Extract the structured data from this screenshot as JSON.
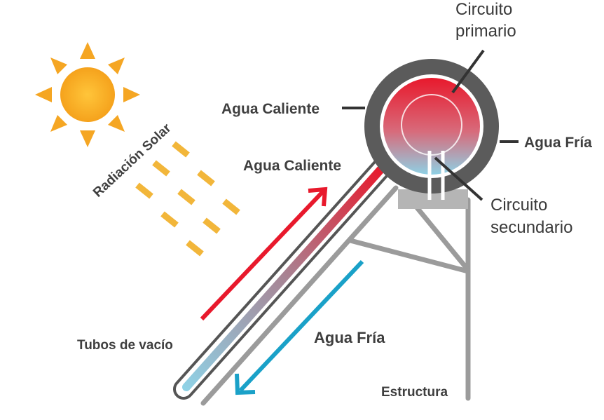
{
  "labels": {
    "primary_circuit_line1": "Circuito",
    "primary_circuit_line2": "primario",
    "hot_water_tank": "Agua Caliente",
    "cold_water_tank": "Agua Fría",
    "secondary_circuit_line1": "Circuito",
    "secondary_circuit_line2": "secundario",
    "solar_radiation": "Radiación Solar",
    "hot_water_flow": "Agua Caliente",
    "cold_water_flow": "Agua Fría",
    "vacuum_tubes": "Tubos de vacío",
    "structure": "Estructura"
  },
  "colors": {
    "sun": "#f5a623",
    "rays": "#f2b63a",
    "hot": "#e8192c",
    "cold": "#1aa1c8",
    "structure": "#9b9b9b",
    "tank_shell": "#555555",
    "text": "#3f3f3f"
  }
}
